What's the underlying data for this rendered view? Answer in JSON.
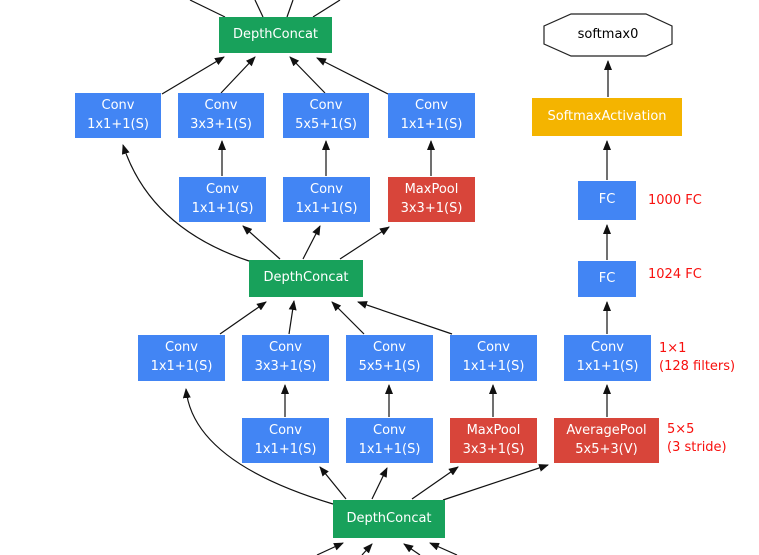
{
  "colors": {
    "conv_blue": "#4285f4",
    "pool_red": "#d8453a",
    "concat_green": "#18a15b",
    "softmax_orange": "#f4b400",
    "annotation_red": "#f8100e",
    "edge_black": "#111111"
  },
  "nodes": {
    "dc_top": {
      "label": "DepthConcat"
    },
    "a1": {
      "label": "Conv\n1x1+1(S)"
    },
    "a2": {
      "label": "Conv\n3x3+1(S)"
    },
    "a3": {
      "label": "Conv\n5x5+1(S)"
    },
    "a4": {
      "label": "Conv\n1x1+1(S)"
    },
    "b1": {
      "label": "Conv\n1x1+1(S)"
    },
    "b2": {
      "label": "Conv\n1x1+1(S)"
    },
    "b3": {
      "label": "MaxPool\n3x3+1(S)"
    },
    "dc_mid": {
      "label": "DepthConcat"
    },
    "c1": {
      "label": "Conv\n1x1+1(S)"
    },
    "c2": {
      "label": "Conv\n3x3+1(S)"
    },
    "c3": {
      "label": "Conv\n5x5+1(S)"
    },
    "c4": {
      "label": "Conv\n1x1+1(S)"
    },
    "c5": {
      "label": "Conv\n1x1+1(S)"
    },
    "d1": {
      "label": "Conv\n1x1+1(S)"
    },
    "d2": {
      "label": "Conv\n1x1+1(S)"
    },
    "d3": {
      "label": "MaxPool\n3x3+1(S)"
    },
    "d4": {
      "label": "AveragePool\n5x5+3(V)"
    },
    "dc_bot": {
      "label": "DepthConcat"
    },
    "softmax0": {
      "label": "softmax0"
    },
    "softmax_act": {
      "label": "SoftmaxActivation"
    },
    "fc_1000": {
      "label": "FC"
    },
    "fc_1024": {
      "label": "FC"
    }
  },
  "annotations": {
    "fc_1000": "1000 FC",
    "fc_1024": "1024 FC",
    "c5": "1×1\n(128 filters)",
    "d4": "5×5\n(3 stride)"
  }
}
